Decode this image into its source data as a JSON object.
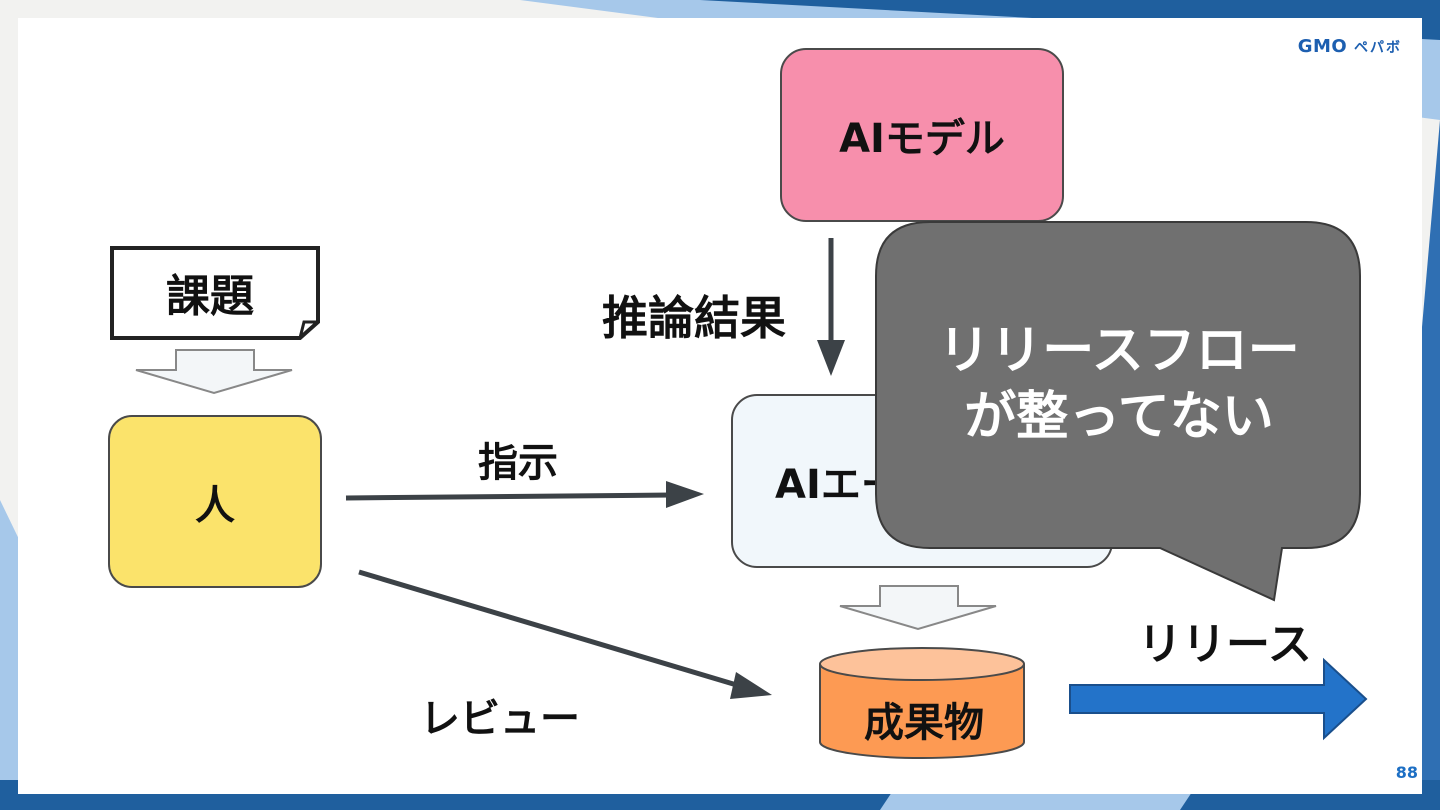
{
  "logo": {
    "company": "GMO",
    "brand": "ペパボ"
  },
  "page_number": "88",
  "nodes": {
    "task": "課題",
    "human": "人",
    "ai_model": "AIモデル",
    "ai_agent": "AIエー",
    "deliverable": "成果物"
  },
  "edges": {
    "instruct": "指示",
    "review": "レビュー",
    "inference_result": "推論結果",
    "release": "リリース"
  },
  "callout": {
    "line1": "リリースフロー",
    "line2": "が整ってない"
  },
  "colors": {
    "ai_model": "#f78fac",
    "human": "#fbe36b",
    "ai_agent": "#f1f7fb",
    "deliverable": "#fd9a53",
    "callout": "#707070",
    "release_arrow": "#2373c9",
    "frame_blue": "#1d5fb0"
  }
}
